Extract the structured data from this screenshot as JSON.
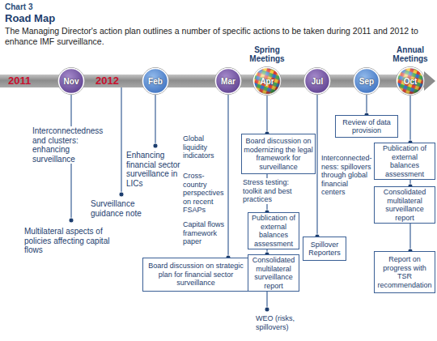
{
  "diagram": {
    "title": "Road Map",
    "caption": "The Managing Director's action plan outlines a number of specific actions to be taken during 2011 and 2012 to enhance IMF surveillance.",
    "nodes": [
      {
        "text": [
          "Nov"
        ]
      },
      {
        "text": [
          "Feb"
        ]
      },
      {
        "text": [
          "Mar"
        ]
      },
      {
        "text": [
          "Board discussion on strategic plan for financial sector surveillance"
        ]
      },
      {
        "text": [
          "Spring Meetings",
          "Apr"
        ]
      },
      {
        "text": [
          "Board discussion on modernizing the legal framework for surveillance"
        ]
      },
      {
        "text": [
          "Publication of external balances assessment"
        ]
      },
      {
        "text": [
          "Consolidated multilateral surveillance report"
        ]
      },
      {
        "text": [
          "Jul"
        ]
      },
      {
        "text": [
          "Spillover Reporters"
        ]
      },
      {
        "text": [
          "Sep"
        ]
      },
      {
        "text": [
          "Review of data provision"
        ]
      },
      {
        "text": [
          "Annual Meetings",
          "Oct"
        ]
      },
      {
        "text": [
          "Publication of external balances assessment"
        ]
      },
      {
        "text": [
          "Consolidated multilateral surveillance report"
        ]
      },
      {
        "text": [
          "Report on progress with TSR recommendation"
        ]
      }
    ],
    "edges": [
      {
        "from": 2,
        "to": 3,
        "arrow": "none"
      },
      {
        "from": 4,
        "to": 5,
        "arrow": "none"
      },
      {
        "from": 5,
        "to": 6,
        "arrow": "none"
      },
      {
        "from": 6,
        "to": 7,
        "arrow": "none"
      },
      {
        "from": 8,
        "to": 9,
        "arrow": "none"
      },
      {
        "from": 10,
        "to": 11,
        "arrow": "none"
      },
      {
        "from": 12,
        "to": 13,
        "arrow": "none"
      },
      {
        "from": 13,
        "to": 14,
        "arrow": "none"
      },
      {
        "from": 14,
        "to": 15,
        "arrow": "none"
      }
    ],
    "labels": [
      "Chart 3",
      "2011",
      "2012",
      "Interconnectedness and clusters: enhancing surveillance",
      "Multilateral aspects of policies affecting capital flows",
      "Surveillance guidance note",
      "Enhancing financial sector surveillance in LICs",
      "Global liquidity indicators",
      "Cross-country perspectives on recent FSAPs",
      "Capital flows framework paper",
      "Stress testing: toolkit and best practices",
      "WEO (risks, spillovers)",
      "Interconnected- ness: spillovers through global financial centers"
    ]
  }
}
